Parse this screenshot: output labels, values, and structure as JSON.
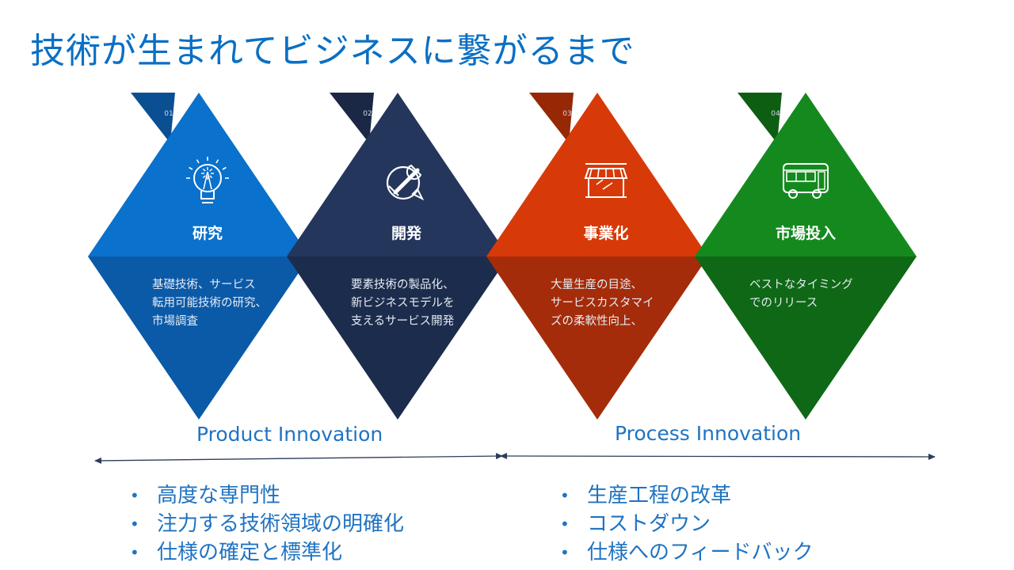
{
  "title": "技術が生まれてビジネスに繋がるまで",
  "stages": [
    {
      "number": "01",
      "label": "研究",
      "icon": "lightbulb-icon",
      "lines": [
        "基礎技術、サービス",
        "転用可能技術の研究、",
        "市場調査"
      ],
      "colors": {
        "top": "#0a71cc",
        "bottom": "#0b5aa8",
        "tab": "#0b4f93"
      }
    },
    {
      "number": "02",
      "label": "開発",
      "icon": "wrench-icon",
      "lines": [
        "要素技術の製品化、",
        "新ビジネスモデルを",
        "支えるサービス開発"
      ],
      "colors": {
        "top": "#24365c",
        "bottom": "#1c2c4c",
        "tab": "#1a2846"
      }
    },
    {
      "number": "03",
      "label": "事業化",
      "icon": "storefront-icon",
      "lines": [
        "大量生産の目途、",
        "サービスカスタマイ",
        "ズの柔軟性向上、"
      ],
      "colors": {
        "top": "#d73a08",
        "bottom": "#a42c0a",
        "tab": "#962806"
      }
    },
    {
      "number": "04",
      "label": "市場投入",
      "icon": "bus-icon",
      "lines": [
        "ベストなタイミング",
        "でのリリース"
      ],
      "colors": {
        "top": "#148a1e",
        "bottom": "#0f6816",
        "tab": "#0d5e13"
      }
    }
  ],
  "product_innovation": {
    "label": "Product Innovation",
    "bullets": [
      "高度な専門性",
      "注力する技術領域の明確化",
      "仕様の確定と標準化"
    ]
  },
  "process_innovation": {
    "label": "Process Innovation",
    "bullets": [
      "生産工程の改革",
      "コストダウン",
      "仕様へのフィードバック"
    ]
  },
  "bullet_glyph": "•",
  "arrow_color": "#2d3d5c"
}
